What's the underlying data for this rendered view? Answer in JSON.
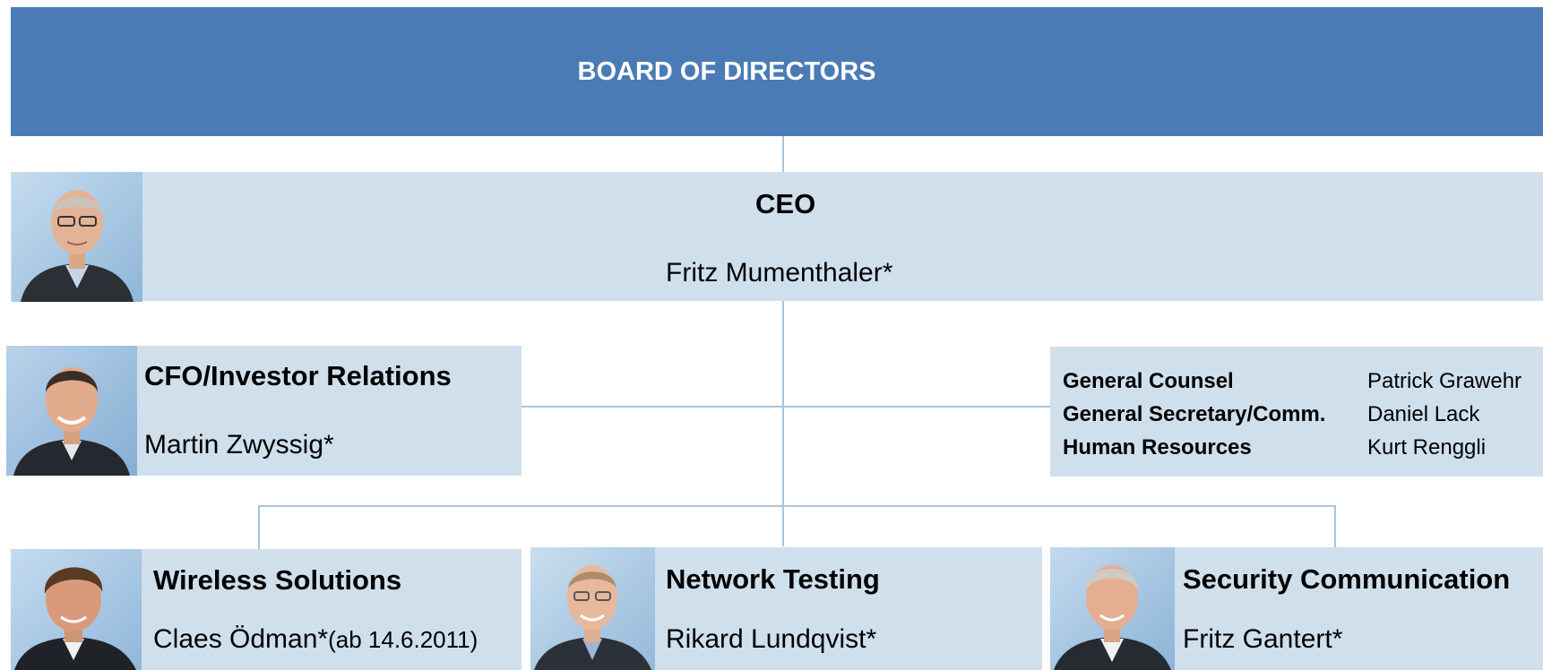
{
  "board": {
    "title": "BOARD OF DIRECTORS"
  },
  "ceo": {
    "title": "CEO",
    "name": "Fritz Mumenthaler*"
  },
  "cfo": {
    "title": "CFO/Investor Relations",
    "name": "Martin Zwyssig*"
  },
  "staff": [
    {
      "role": "General Counsel",
      "name": "Patrick Grawehr"
    },
    {
      "role": "General Secretary/Comm.",
      "name": "Daniel Lack"
    },
    {
      "role": "Human Resources",
      "name": "Kurt Renggli"
    }
  ],
  "divisions": [
    {
      "title": "Wireless Solutions",
      "name": "Claes Ödman*",
      "note": "(ab 14.6.2011)"
    },
    {
      "title": "Network Testing",
      "name": "Rikard Lundqvist*"
    },
    {
      "title": "Security Communication",
      "name": "Fritz Gantert*"
    }
  ],
  "colors": {
    "board": "#4a7bb5",
    "box": "#d0dfec",
    "connector": "#a9c4dd"
  }
}
